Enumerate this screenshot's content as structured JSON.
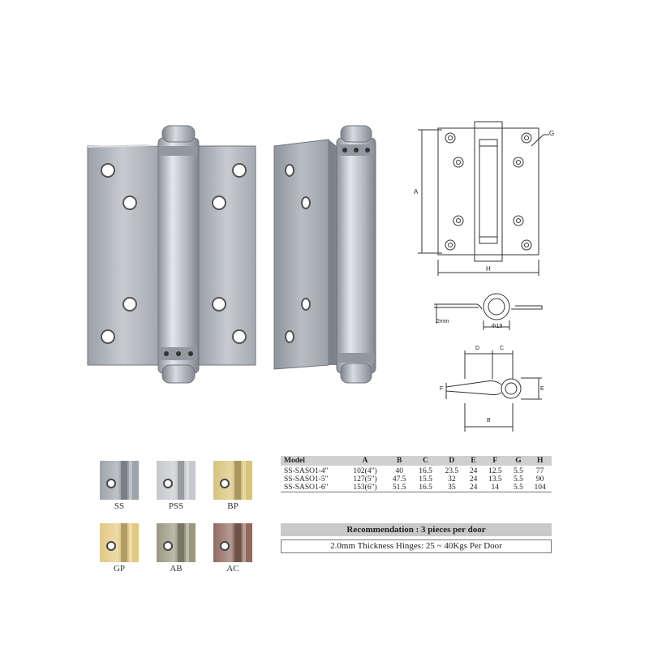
{
  "finishes": [
    {
      "code": "SS",
      "color": "#9ea3ab"
    },
    {
      "code": "PSS",
      "color": "#c6c8cc"
    },
    {
      "code": "BP",
      "color": "#d8c37a"
    },
    {
      "code": "GP",
      "color": "#e2c983"
    },
    {
      "code": "AB",
      "color": "#9a9880"
    },
    {
      "code": "AC",
      "color": "#8f6b5e"
    }
  ],
  "drawing_labels": {
    "a": "A",
    "g": "G",
    "h": "H",
    "thickness": "2mm",
    "diameter": "Φ19",
    "d": "D",
    "c": "C",
    "f": "F",
    "e": "E",
    "b": "B"
  },
  "spec_table": {
    "headers": [
      "Model",
      "A",
      "B",
      "C",
      "D",
      "E",
      "F",
      "G",
      "H"
    ],
    "rows": [
      [
        "SS-SASO1-4\"",
        "102(4\")",
        "40",
        "16.5",
        "23.5",
        "24",
        "12.5",
        "5.5",
        "77"
      ],
      [
        "SS-SASO1-5\"",
        "127(5\")",
        "47.5",
        "15.5",
        "32",
        "24",
        "13.5",
        "5.5",
        "90"
      ],
      [
        "SS-SASO1-6\"",
        "153(6\")",
        "51.5",
        "16.5",
        "35",
        "24",
        "14",
        "5.5",
        "104"
      ]
    ]
  },
  "recommendation": "Recommendation : 3 pieces per door",
  "thickness_note": "2.0mm Thickness Hinges: 25 ~ 40Kgs Per Door"
}
